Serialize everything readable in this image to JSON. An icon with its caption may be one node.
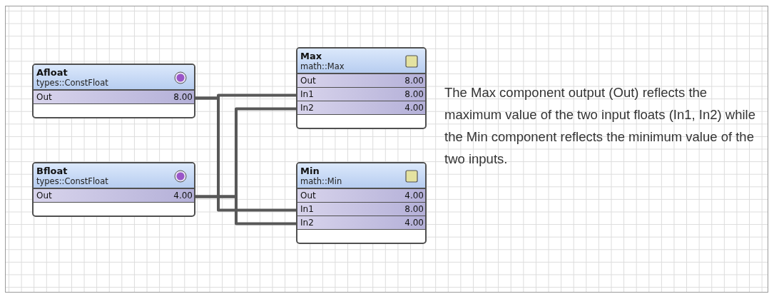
{
  "diagram": {
    "nodes": [
      {
        "text": [
          "Afloat",
          "types::ConstFloat"
        ]
      },
      {
        "text": [
          "Out",
          "8.00"
        ],
        "in": 0
      },
      {
        "text": [
          "Bfloat",
          "types::ConstFloat"
        ]
      },
      {
        "text": [
          "Out",
          "4.00"
        ],
        "in": 2
      },
      {
        "text": [
          "Max",
          "math::Max"
        ]
      },
      {
        "text": [
          "Out",
          "8.00"
        ],
        "in": 4
      },
      {
        "text": [
          "In1",
          "8.00"
        ],
        "in": 4
      },
      {
        "text": [
          "In2",
          "4.00"
        ],
        "in": 4
      },
      {
        "text": [
          "Min",
          "math::Min"
        ]
      },
      {
        "text": [
          "Out",
          "4.00"
        ],
        "in": 8
      },
      {
        "text": [
          "In1",
          "8.00"
        ],
        "in": 8
      },
      {
        "text": [
          "In2",
          "4.00"
        ],
        "in": 8
      }
    ],
    "edges": [
      {
        "from": 1,
        "to": 6,
        "arrow": "none"
      },
      {
        "from": 3,
        "to": 7,
        "arrow": "none"
      },
      {
        "from": 1,
        "to": 10,
        "arrow": "none"
      },
      {
        "from": 3,
        "to": 11,
        "arrow": "none"
      }
    ],
    "labels": [
      "The Max component output (Out) reflects the maximum value of the two input floats (In1, In2) while the Min component reflects the minimum value of the two inputs."
    ]
  }
}
